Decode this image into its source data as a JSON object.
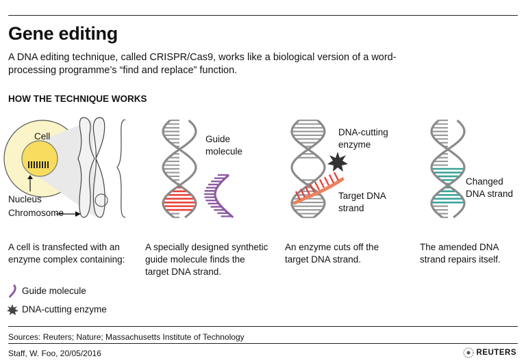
{
  "header": {
    "title": "Gene editing",
    "subtitle": "A DNA editing technique, called CRISPR/Cas9, works like a biological version of a word-processing programme’s “find and replace” function.",
    "section_heading": "HOW THE TECHNIQUE WORKS"
  },
  "panel1": {
    "cell_label": "Cell",
    "nucleus_label": "Nucleus",
    "chromosome_label": "Chromosome",
    "caption": "A cell is transfected with an enzyme complex containing:",
    "legend": [
      {
        "icon": "guide-molecule-icon",
        "label": "Guide molecule"
      },
      {
        "icon": "enzyme-star-icon",
        "label": "DNA-cutting enzyme"
      }
    ]
  },
  "panel2": {
    "guide_label": "Guide molecule",
    "caption": "A specially designed synthetic guide molecule finds the target DNA strand."
  },
  "panel3": {
    "enzyme_label": "DNA-cutting enzyme",
    "target_label": "Target DNA strand",
    "caption": "An enzyme cuts off the target DNA strand."
  },
  "panel4": {
    "changed_label": "Changed DNA strand",
    "caption": "The amended DNA strand repairs itself."
  },
  "footer": {
    "sources": "Sources: Reuters; Nature; Massachusetts Institute of Technology",
    "credit": "Staff, W. Foo,  20/05/2016",
    "logo_text": "REUTERS"
  },
  "colors": {
    "helix": "#8a8a8a",
    "rung": "#9a9a9a",
    "target_red": "#e8413a",
    "guide_purple": "#8d5aa3",
    "changed_teal": "#3aa39a",
    "cell_fill": "#fbf4c8",
    "nucleus_fill": "#f7dc5e",
    "cut_strand": "#e9845f"
  }
}
